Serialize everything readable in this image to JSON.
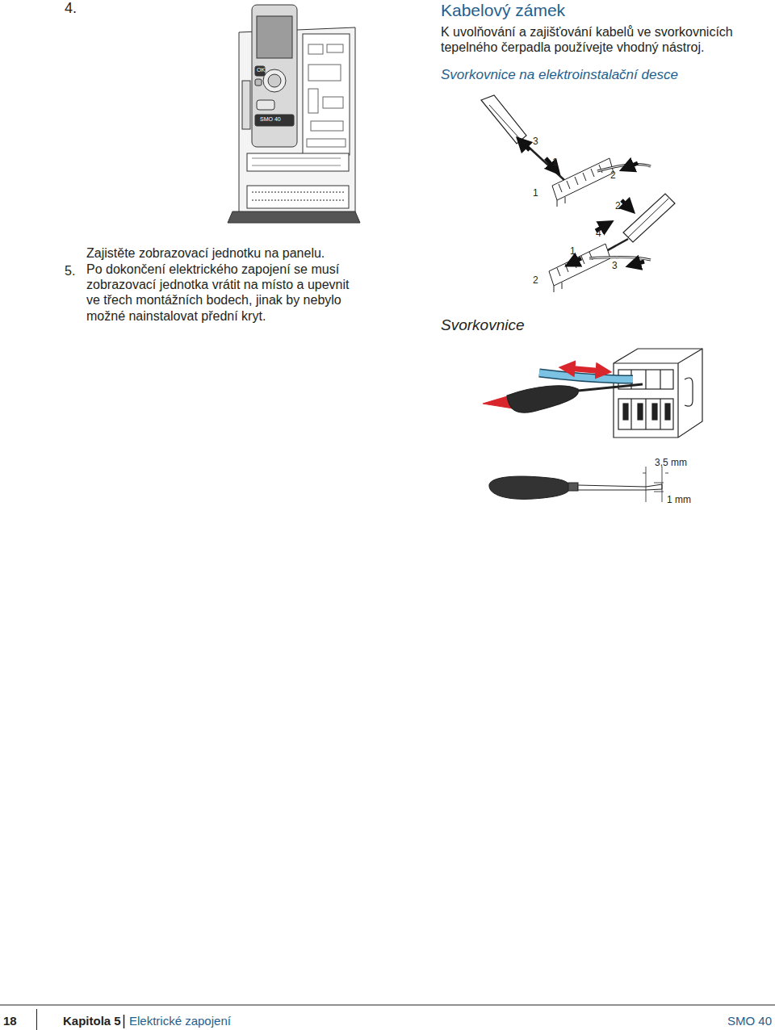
{
  "diagram": {
    "title": "Kabelový zámek",
    "labels": [
      "4.",
      "K uvolňování a zajišťování kabelů ve svorkovnicích tepelného čerpadla používejte vhodný nástroj.",
      "Svorkovnice na elektroinstalační desce",
      "OK",
      "SMO 40",
      "3",
      "1",
      "2",
      "1",
      "2",
      "4",
      "1",
      "3",
      "2",
      "Zajistěte zobrazovací jednotku na panelu.",
      "5.",
      "Po dokončení elektrického zapojení se musí zobrazovací jednotka vrátit na místo a upevnit ve třech montážních bodech, jinak by nebylo možné nainstalovat přední kryt.",
      "Svorkovnice",
      "3,5 mm",
      "1 mm",
      "18",
      "Kapitola 5",
      "Elektrické zapojení",
      "SMO 40"
    ]
  }
}
